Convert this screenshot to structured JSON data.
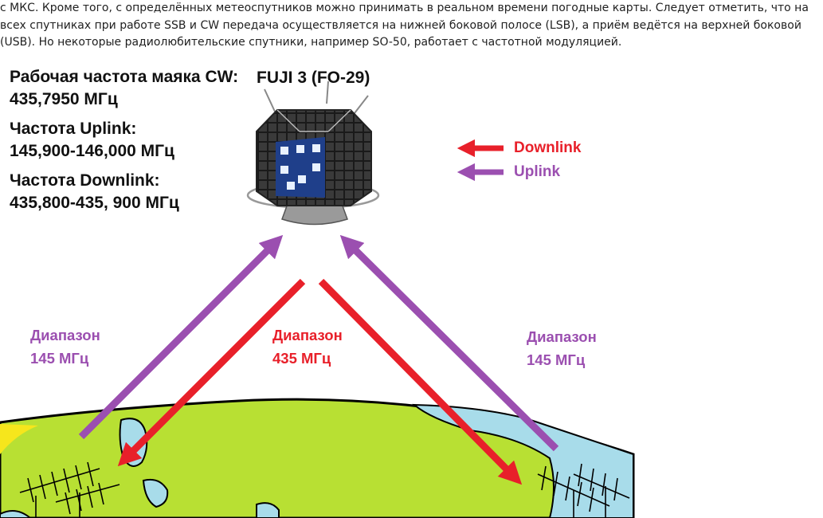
{
  "article": {
    "lines": [
      "с МКС. Кроме того, с определённых метеоспутников можно принимать в реальном времени погодные карты. Следует отметить, что на",
      "всех спутниках при работе SSB и CW  передача осуществляется  на нижней боковой полосе (LSB), а приём ведётся на верхней боковой",
      "(USB). Но некоторые радиолюбительские спутники, например SO-50, работает с частотной модуляцией."
    ]
  },
  "diagram": {
    "satellite_name": "FUJI 3 (FO-29)",
    "specs": [
      {
        "label": "Рабочая частота маяка CW:",
        "value": "435,7950 МГц"
      },
      {
        "label": "Частота Uplink:",
        "value": "145,900-146,000 МГц"
      },
      {
        "label": "Частота Downlink:",
        "value": "435,800-435, 900 МГц"
      }
    ],
    "legend": {
      "downlink": "Downlink",
      "uplink": "Uplink"
    },
    "bands": {
      "left": {
        "title": "Диапазон",
        "freq": "145 МГц"
      },
      "center": {
        "title": "Диапазон",
        "freq": "435 МГц"
      },
      "right": {
        "title": "Диапазон",
        "freq": "145 МГц"
      }
    },
    "colors": {
      "downlink": "#e8202a",
      "uplink": "#9b4fb0",
      "land": "#b8e033",
      "water": "#a8dcea",
      "sky_edge": "#f6e61c"
    }
  }
}
